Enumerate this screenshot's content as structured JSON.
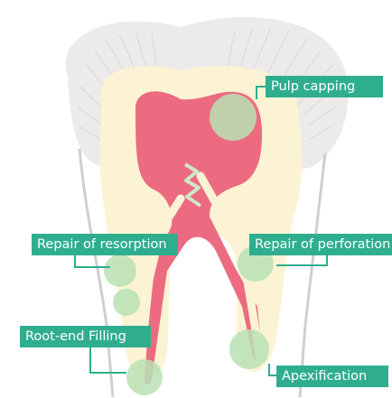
{
  "labels": {
    "pulp_capping": "Pulp capping",
    "repair_of_resorption": "Repair of resorption",
    "repair_of_perforation": "Repair of perforation",
    "root_end_filling": "Root-end Filling",
    "apexification": "Apexification"
  },
  "colors": {
    "label_bg": "#2fae8f",
    "enamel": "#ecebea",
    "dentin": "#fbf3d3",
    "pulp": "#ec6b80",
    "highlight": "#b9e1b4",
    "gum": "#ffffff"
  }
}
